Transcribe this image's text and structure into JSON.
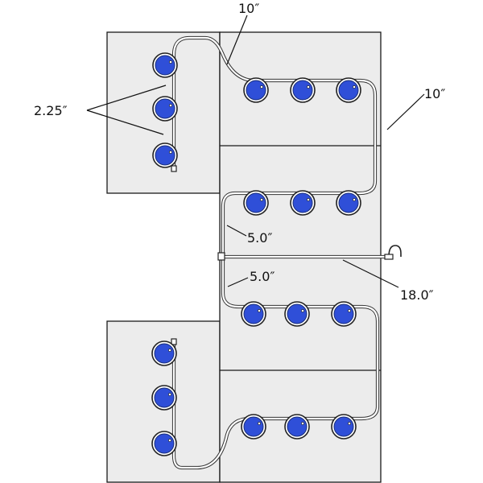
{
  "colors": {
    "panel_fill": "#ececec",
    "panel_stroke": "#1a1a1a",
    "tubing": "#333333",
    "emitter_blue": "#2f4fd8"
  },
  "dimensions": [
    {
      "id": "dim-10-top",
      "label": "10″"
    },
    {
      "id": "dim-10-right",
      "label": "10″"
    },
    {
      "id": "dim-2-25",
      "label": "2.25″"
    },
    {
      "id": "dim-5-upper",
      "label": "5.0″"
    },
    {
      "id": "dim-5-lower",
      "label": "5.0″"
    },
    {
      "id": "dim-18",
      "label": "18.0″"
    }
  ],
  "emitter_count": 18
}
